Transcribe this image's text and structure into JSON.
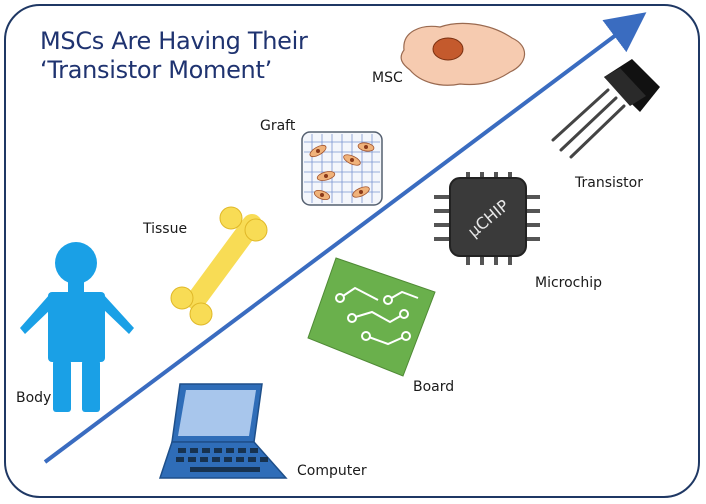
{
  "title": {
    "line1": "MSCs Are Having Their",
    "line2": "‘Transistor Moment’"
  },
  "labels": {
    "msc": "MSC",
    "graft": "Graft",
    "tissue": "Tissue",
    "body": "Body",
    "transistor": "Transistor",
    "microchip": "Microchip",
    "board": "Board",
    "computer": "Computer"
  },
  "chip_text": "µCHIP",
  "colors": {
    "frame": "#1f3864",
    "arrow": "#3a6cc0",
    "title": "#1f3370",
    "body_figure": "#1aa0e6",
    "bone": "#f8dc55",
    "msc_cell": "#f6cbb0",
    "msc_nucleus": "#c45a2d",
    "board": "#6ab04c",
    "laptop": "#2f6db8"
  },
  "icons": [
    "human-body-icon",
    "bone-icon",
    "cell-graft-icon",
    "msc-cell-icon",
    "transistor-icon",
    "microchip-icon",
    "circuit-board-icon",
    "laptop-icon"
  ]
}
